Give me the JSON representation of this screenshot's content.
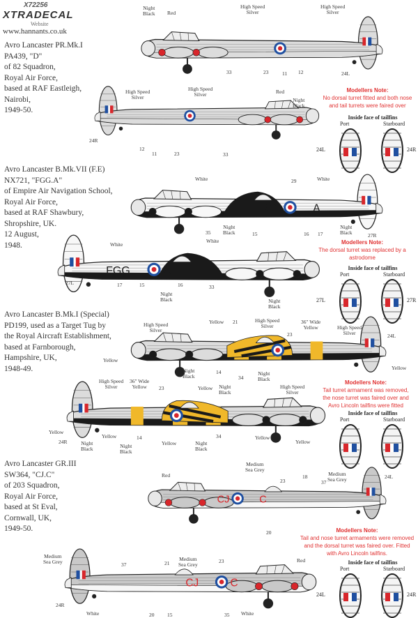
{
  "header": {
    "product_code": "X72256",
    "brand": "XTRADECAL",
    "website_label": "Website",
    "url": "www.hannants.co.uk"
  },
  "colors": {
    "silver": "#dcdcdc",
    "black": "#1a1a1a",
    "white": "#f7f7f7",
    "yellow": "#f0b82a",
    "sea_grey": "#c9c9c9",
    "roundel_blue": "#1f4fa0",
    "roundel_red": "#d8262b",
    "note_red": "#e03030"
  },
  "schemes": [
    {
      "description": "Avro Lancaster PR.Mk.I\nPA439, \"D\"\nof 82 Squadron,\nRoyal Air Force,\nbased at RAF Eastleigh,\nNairobi,\n1949-50.",
      "note_title": "Modellers Note:",
      "note": "No dorsal turret fitted and both nose\nand tail turrets were faired over",
      "fins": {
        "title": "Inside face of tailfins",
        "port": "Port",
        "starboard": "Starboard",
        "left": "24L",
        "right": "24R"
      },
      "views": [
        {
          "codes": "",
          "labels": [
            "Night\nBlack",
            "Red",
            "High Speed\nSilver",
            "High Speed\nSilver",
            "33",
            "23",
            "11",
            "12",
            "24L"
          ]
        },
        {
          "codes": "",
          "labels": [
            "High Speed\nSilver",
            "High Speed\nSilver",
            "Red",
            "Night\nBlack",
            "24R",
            "12",
            "11",
            "23",
            "33"
          ]
        }
      ]
    },
    {
      "description": "Avro Lancaster B.Mk.VII (F.E)\nNX721, \"FGG.A\"\nof Empire Air Navigation School,\nRoyal Air Force,\nbased at RAF Shawbury,\nShropshire, UK.\n12 August,\n1948.",
      "note_title": "Modellers Note:",
      "note": "The dorsal turret was replaced by a\nastrodome",
      "fins": {
        "title": "Inside face of tailfins",
        "port": "Port",
        "starboard": "Starboard",
        "left": "27L",
        "right": "27R"
      },
      "views": [
        {
          "codes": "FGG A",
          "labels": [
            "White",
            "29",
            "White",
            "35",
            "Night\nBlack",
            "15",
            "16",
            "17",
            "Night\nBlack",
            "27R"
          ]
        },
        {
          "codes": "FGG A",
          "labels": [
            "White",
            "White",
            "27L",
            "17",
            "15",
            "16",
            "Night\nBlack",
            "33",
            "Night\nBlack"
          ]
        }
      ]
    },
    {
      "description": "Avro Lancaster B.Mk.I (Special)\nPD199, used as a Target Tug by\nthe Royal Aircraft Establishment,\nbased at Farnborough,\nHampshire, UK,\n1948-49.",
      "note_title": "Modellers Note:",
      "note": "Tail turret armament was removed,\nthe nose turret was faired over and\nAvro Lincoln tailfins were fitted",
      "fins": {
        "title": "Inside face of tailfins",
        "port": "Port",
        "starboard": "Starboard",
        "left": "",
        "right": ""
      },
      "views": [
        {
          "codes": "",
          "labels": [
            "High Speed\nSilver",
            "Yellow",
            "21",
            "High Speed\nSilver",
            "36\" Wide\nYellow",
            "23",
            "High Speed\nSilver",
            "24L",
            "Yellow",
            "Night\nBlack",
            "14",
            "34",
            "Night\nBlack",
            "Yellow"
          ]
        },
        {
          "codes": "",
          "labels": [
            "High Speed\nSilver",
            "36\" Wide\nYellow",
            "23",
            "Yellow",
            "Night\nBlack",
            "High Speed\nSilver",
            "Yellow",
            "24R",
            "Night\nBlack",
            "Yellow",
            "Night\nBlack",
            "14",
            "Yellow",
            "Night\nBlack",
            "34",
            "Yellow",
            "Yellow"
          ]
        }
      ]
    },
    {
      "description": "Avro Lancaster GR.III\nSW364, \"CJ.C\"\nof 203 Squadron,\nRoyal Air Force,\nbased at St Eval,\nCornwall, UK,\n1949-50.",
      "note_title": "Modellers Note:",
      "note": "Tail and nose turret armaments were removed\nand the dorsal turret was faired over. Fitted\nwith Avro Lincoln tailfins.",
      "fins": {
        "title": "Inside face of tailfins",
        "port": "Port",
        "starboard": "Starboard",
        "left": "24L",
        "right": "24R"
      },
      "views": [
        {
          "codes": "CJ C",
          "labels": [
            "Red",
            "Medium\nSea Grey",
            "23",
            "18",
            "37",
            "Medium\nSea Grey",
            "24L",
            "20"
          ]
        },
        {
          "codes": "CJ C",
          "labels": [
            "Medium\nSea Grey",
            "Red",
            "Medium\nSea Grey",
            "37",
            "21",
            "23",
            "24R",
            "White",
            "20",
            "15",
            "35",
            "White"
          ]
        }
      ]
    }
  ]
}
